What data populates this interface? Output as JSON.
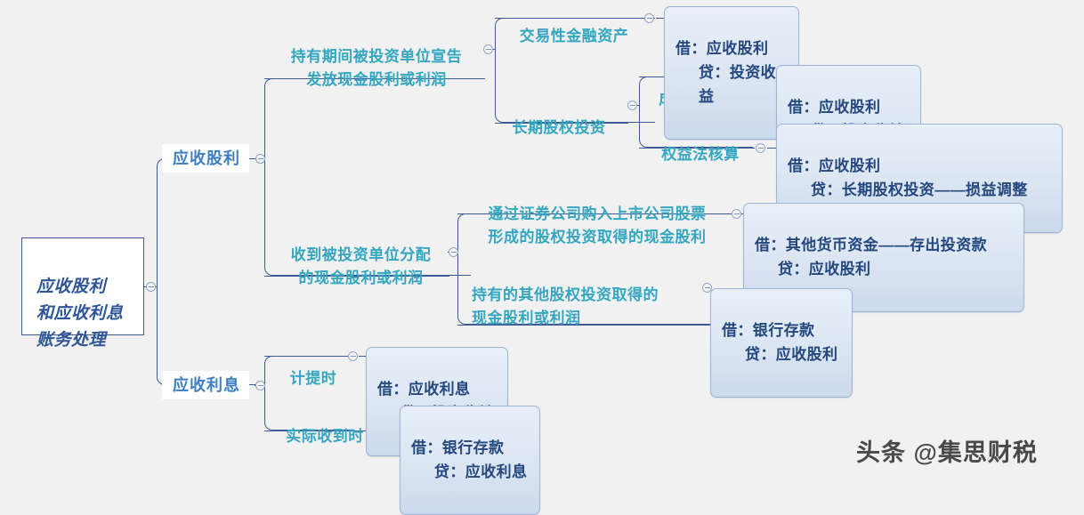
{
  "diagram": {
    "title": "应收股利和应收利息账务处理",
    "background_color": "#f1f1f1",
    "line_color": "#3d5a96",
    "root_text_color": "#2f5597",
    "branch_text_color": "#3d7fbf",
    "subbranch_text_color": "#35a6c0",
    "leaf_box_fill": "#dce6f1",
    "leaf_text_color": "#24477e"
  },
  "root": {
    "label": "应收股利\n和应收利息\n账务处理"
  },
  "branches": [
    {
      "label": "应收股利",
      "children": [
        {
          "label": "持有期间被投资单位宣告\n发放现金股利或利润",
          "children": [
            {
              "label": "交易性金融资产",
              "entry": {
                "debit": "借：应收股利",
                "credit": "贷：投资收益"
              }
            },
            {
              "label": "长期股权投资",
              "children": [
                {
                  "label": "成本法核算",
                  "entry": {
                    "debit": "借：应收股利",
                    "credit": "贷：投资收益"
                  }
                },
                {
                  "label": "权益法核算",
                  "entry": {
                    "debit": "借：应收股利",
                    "credit": "贷：长期股权投资——损益调整"
                  }
                }
              ]
            }
          ]
        },
        {
          "label": "收到被投资单位分配\n的现金股利或利润",
          "children": [
            {
              "label": "通过证券公司购入上市公司股票\n形成的股权投资取得的现金股利",
              "entry": {
                "debit": "借：其他货币资金——存出投资款",
                "credit": "贷：应收股利"
              }
            },
            {
              "label": "持有的其他股权投资取得的\n现金股利或利润",
              "entry": {
                "debit": "借：银行存款",
                "credit": "贷：应收股利"
              }
            }
          ]
        }
      ]
    },
    {
      "label": "应收利息",
      "children": [
        {
          "label": "计提时",
          "entry": {
            "debit": "借：应收利息",
            "credit": "贷：投资收益"
          }
        },
        {
          "label": "实际收到时",
          "entry": {
            "debit": "借：银行存款",
            "credit": "贷：应收利息"
          }
        }
      ]
    }
  ],
  "watermark": {
    "text": "头条 @集思财税"
  }
}
